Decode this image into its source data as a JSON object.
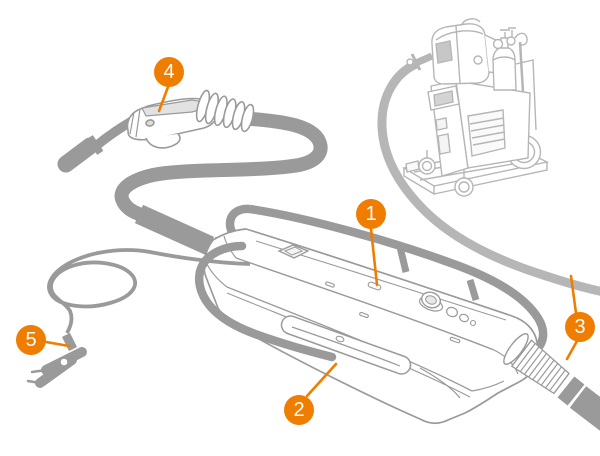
{
  "diagram": {
    "type": "welding-system-parts-overview",
    "background_color": "#ffffff",
    "accent_color": "#EF7D00",
    "artwork_line_color": "#9a9a9a",
    "faded_line_color": "#b6b6b6",
    "callouts": [
      {
        "label": "1"
      },
      {
        "label": "2"
      },
      {
        "label": "3"
      },
      {
        "label": "4"
      },
      {
        "label": "5"
      }
    ]
  }
}
